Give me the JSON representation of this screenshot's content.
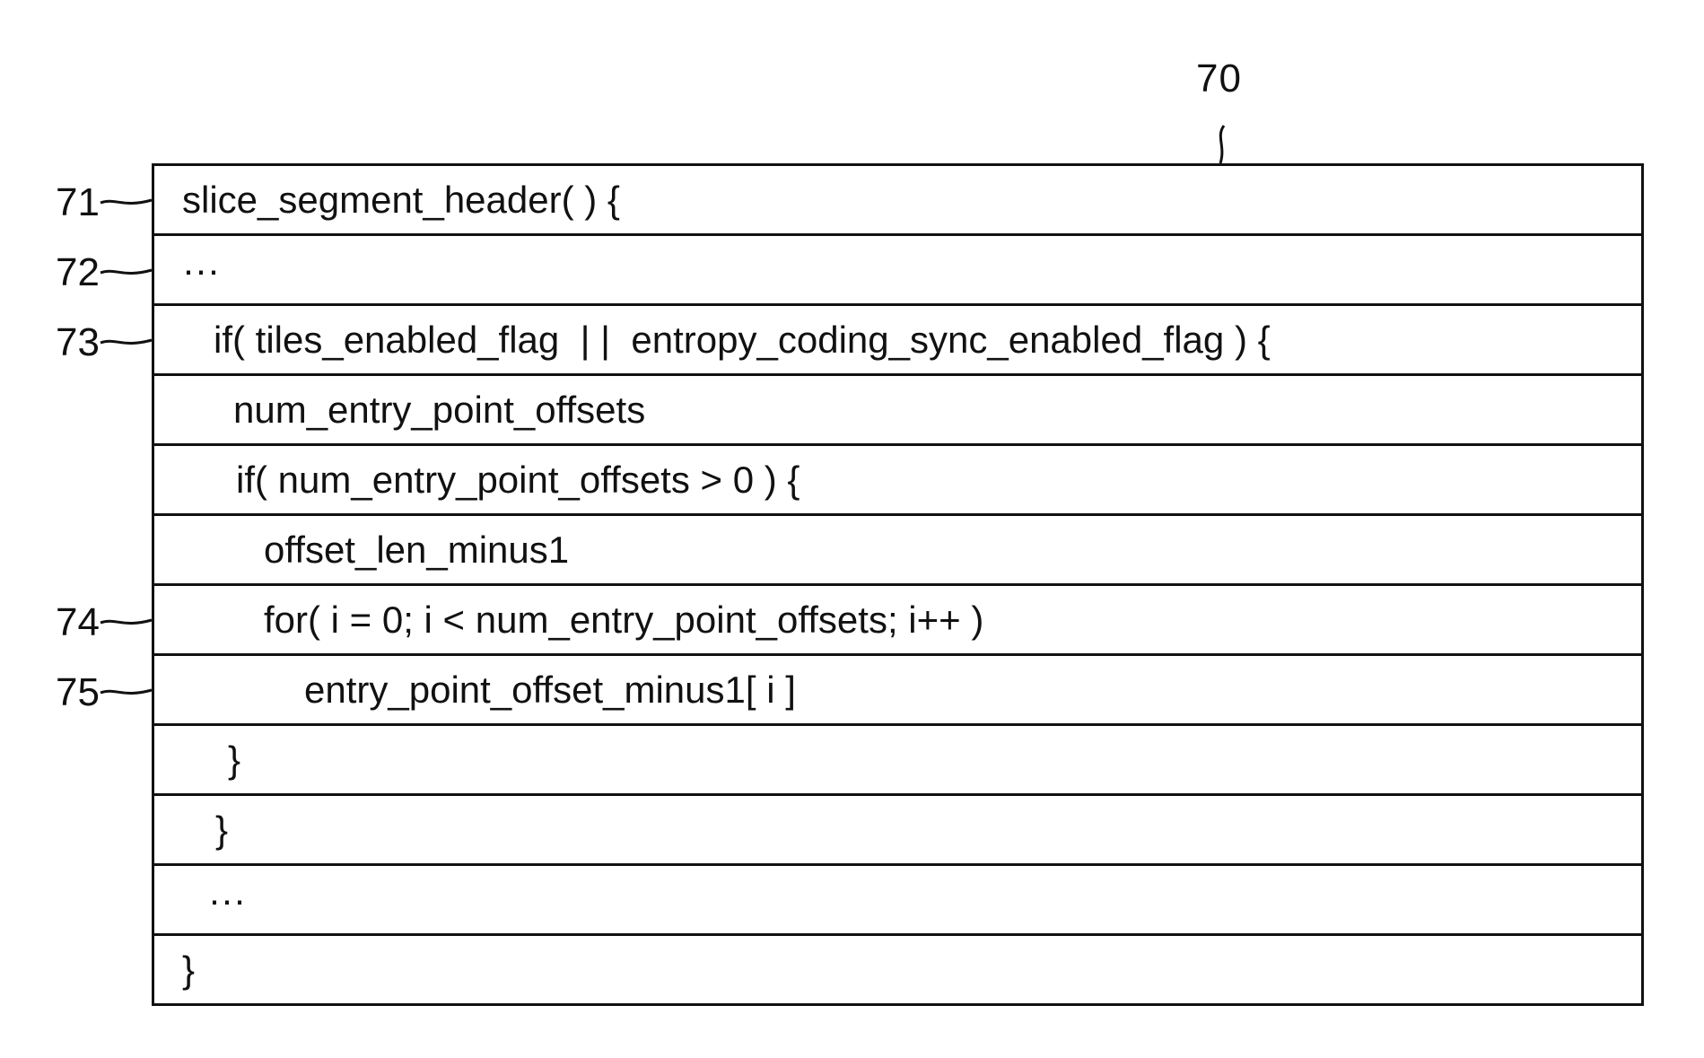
{
  "figure": {
    "reference": "70"
  },
  "rows": [
    {
      "label": "71",
      "text": "slice_segment_header( ) {"
    },
    {
      "label": "72",
      "text": "···"
    },
    {
      "label": "73",
      "text": "if( tiles_enabled_flag  | |  entropy_coding_sync_enabled_flag ) {"
    },
    {
      "label": "",
      "text": "num_entry_point_offsets"
    },
    {
      "label": "",
      "text": "if( num_entry_point_offsets > 0 ) {"
    },
    {
      "label": "",
      "text": "offset_len_minus1"
    },
    {
      "label": "74",
      "text": "for( i = 0; i < num_entry_point_offsets; i++ )"
    },
    {
      "label": "75",
      "text": "entry_point_offset_minus1[ i ]"
    },
    {
      "label": "",
      "text": "}"
    },
    {
      "label": "",
      "text": "}"
    },
    {
      "label": "",
      "text": "···"
    },
    {
      "label": "",
      "text": "}"
    }
  ]
}
